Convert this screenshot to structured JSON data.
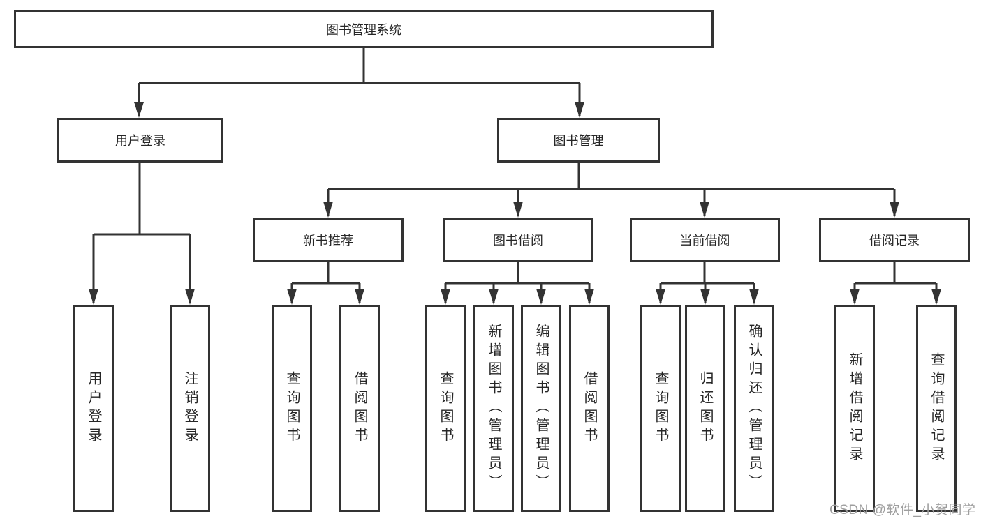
{
  "diagram": {
    "tree": {
      "label": "图书管理系统",
      "children": [
        {
          "label": "用户登录",
          "children": [
            {
              "label": "用户登录"
            },
            {
              "label": "注销登录"
            }
          ]
        },
        {
          "label": "图书管理",
          "children": [
            {
              "label": "新书推荐",
              "children": [
                {
                  "label": "查询图书"
                },
                {
                  "label": "借阅图书"
                }
              ]
            },
            {
              "label": "图书借阅",
              "children": [
                {
                  "label": "查询图书"
                },
                {
                  "label": "新增图书（管理员）"
                },
                {
                  "label": "编辑图书（管理员）"
                },
                {
                  "label": "借阅图书"
                }
              ]
            },
            {
              "label": "当前借阅",
              "children": [
                {
                  "label": "查询图书"
                },
                {
                  "label": "归还图书"
                },
                {
                  "label": "确认归还（管理员）"
                }
              ]
            },
            {
              "label": "借阅记录",
              "children": [
                {
                  "label": "新增借阅记录"
                },
                {
                  "label": "查询借阅记录"
                }
              ]
            }
          ]
        }
      ]
    },
    "colors": {
      "line": "#333333",
      "text": "#262626",
      "background": "#ffffff",
      "watermark_text": "#9e9e9e"
    }
  },
  "watermark": {
    "text": "CSDN @软件_小贺同学"
  }
}
